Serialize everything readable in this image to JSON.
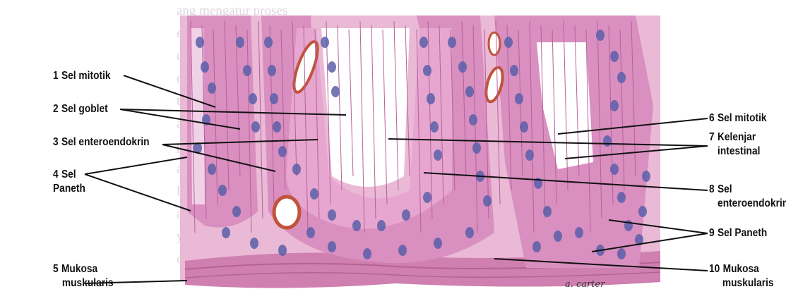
{
  "watermark_text_lines": [
    "ang mengatur proses",
    "embungkus dan h",
    "dalubang eksokrin",
    "ernan, namun juga",
    "tuan, dan meninggi",
    "ansport ke dalam",
    "perak - getah",
    "an gelatin",
    "lemah dan",
    "aluksi asam lemak ra",
    "yang lemak. A",
    "olekus yang tada"
  ],
  "labels_left": [
    {
      "num": "1",
      "text": "Sel mitotik"
    },
    {
      "num": "2",
      "text": "Sel goblet"
    },
    {
      "num": "3",
      "text": "Sel enteroendokrin"
    },
    {
      "num": "4",
      "text": "Sel",
      "text2": "Paneth"
    },
    {
      "num": "5",
      "text": "Mukosa",
      "text2": "muskularis"
    }
  ],
  "labels_right": [
    {
      "num": "6",
      "text": "Sel mitotik"
    },
    {
      "num": "7",
      "text": "Kelenjar",
      "text2": "intestinal"
    },
    {
      "num": "8",
      "text": "Sel",
      "text2": "enteroendokrin"
    },
    {
      "num": "9",
      "text": "Sel Paneth"
    },
    {
      "num": "10",
      "text": "Mukosa",
      "text2": "muskularis"
    }
  ],
  "signature": "a. carter",
  "colors": {
    "cytoplasm": "#d98fc0",
    "stroma": "#eab9d6",
    "nucleus": "#5b5fa8",
    "lumen": "#ffffff",
    "muscle": "#cf7fb0",
    "leader_line": "#111111"
  }
}
